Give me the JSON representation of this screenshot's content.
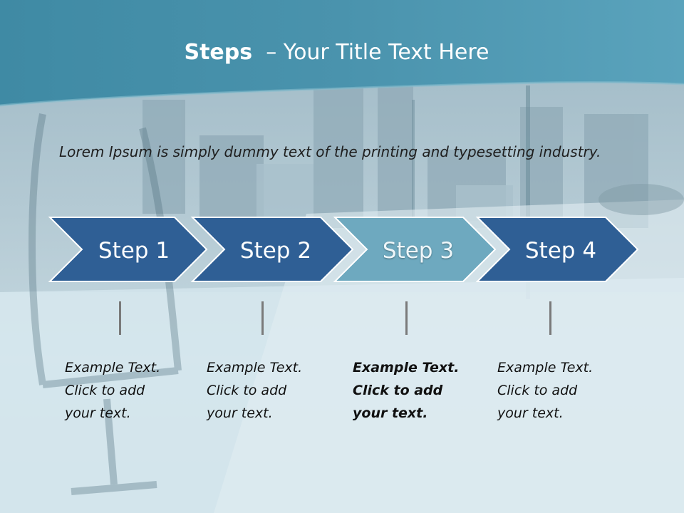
{
  "header": {
    "title_bold": "Steps",
    "title_rest": "– Your Title Text Here"
  },
  "body": {
    "lead": "Lorem Ipsum is simply dummy text of the printing and typesetting industry."
  },
  "steps": [
    {
      "label": "Step 1",
      "caption": [
        "Example Text.",
        "Click  to add",
        "your text."
      ]
    },
    {
      "label": "Step 2",
      "caption": [
        "Example Text.",
        "Click  to add",
        "your text."
      ]
    },
    {
      "label": "Step 3",
      "caption": [
        "Example Text.",
        "Click  to add",
        "your text."
      ]
    },
    {
      "label": "Step 4",
      "caption": [
        "Example Text.",
        "Click  to add",
        "your text."
      ]
    }
  ],
  "colors": {
    "header_band": "#4f96ad",
    "chevron_dark": "#2f5f95",
    "chevron_highlight": "#6ea9bf",
    "chevron_border": "#ffffff",
    "tick": "#7a7a7a"
  }
}
